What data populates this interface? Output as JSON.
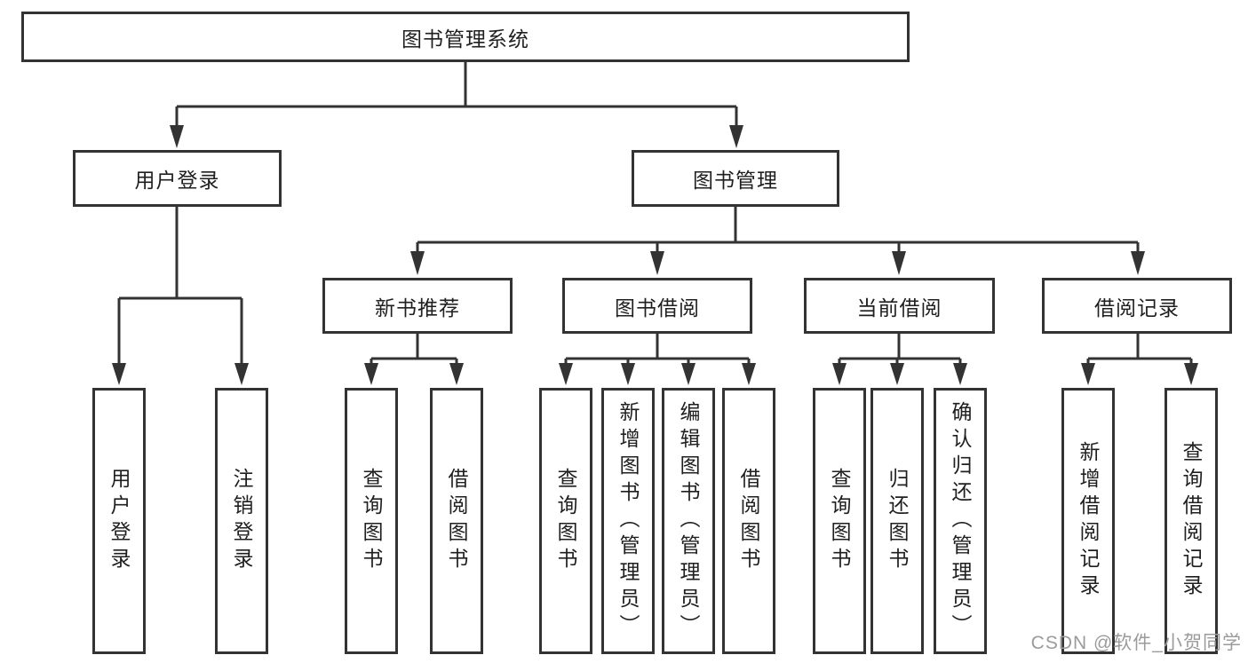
{
  "diagram": {
    "root": {
      "label": "图书管理系统"
    },
    "level2": [
      {
        "label": "用户登录"
      },
      {
        "label": "图书管理"
      }
    ],
    "level3": [
      {
        "label": "新书推荐"
      },
      {
        "label": "图书借阅"
      },
      {
        "label": "当前借阅"
      },
      {
        "label": "借阅记录"
      }
    ],
    "leaves": {
      "user_login": [
        "用户登录",
        "注销登录"
      ],
      "new_book": [
        "查询图书",
        "借阅图书"
      ],
      "book_borrow": [
        "查询图书",
        "新增图书（管理员）",
        "编辑图书（管理员）",
        "借阅图书"
      ],
      "current_borrow": [
        "查询图书",
        "归还图书",
        "确认归还（管理员）"
      ],
      "borrow_record": [
        "新增借阅记录",
        "查询借阅记录"
      ]
    },
    "watermark": "CSDN @软件_小贺同学",
    "colors": {
      "line": "#333333",
      "text": "#1f1f1f",
      "background": "#ffffff",
      "watermark": "#9b9b9b"
    }
  }
}
